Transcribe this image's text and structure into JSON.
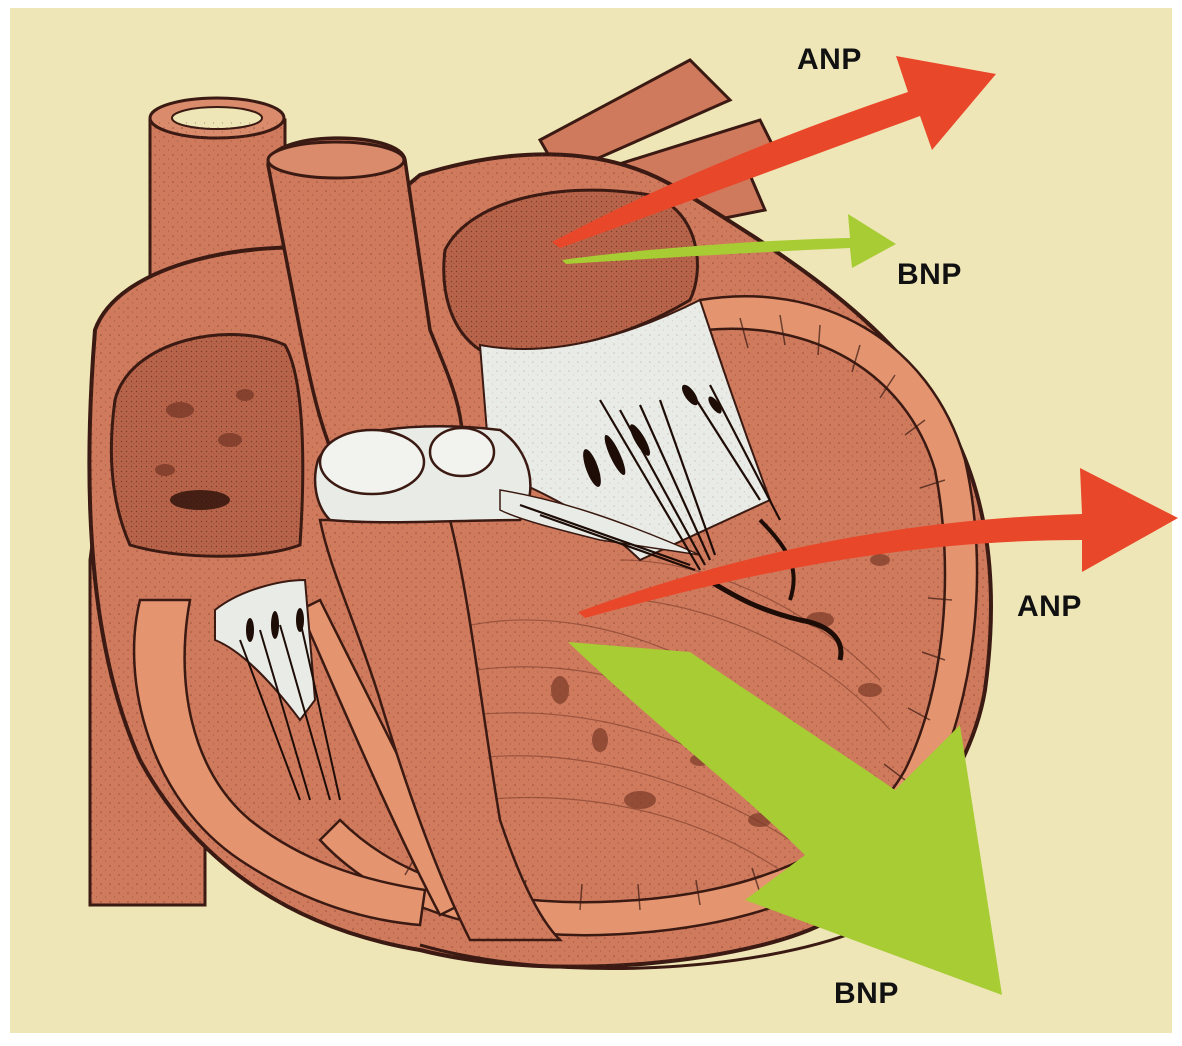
{
  "figure": {
    "labels": {
      "anp_top": "ANP",
      "bnp_top": "BNP",
      "anp_right": "ANP",
      "bnp_bottom": "BNP"
    },
    "colors": {
      "background": "#efe6b7",
      "tissue": "#cf7a5d",
      "tissue_light": "#d98b6c",
      "tissue_dark": "#a75a43",
      "outline": "#3a1a12",
      "valve": "#e9ece6",
      "anp_arrow": "#e9472a",
      "bnp_arrow": "#a8cc34"
    }
  }
}
